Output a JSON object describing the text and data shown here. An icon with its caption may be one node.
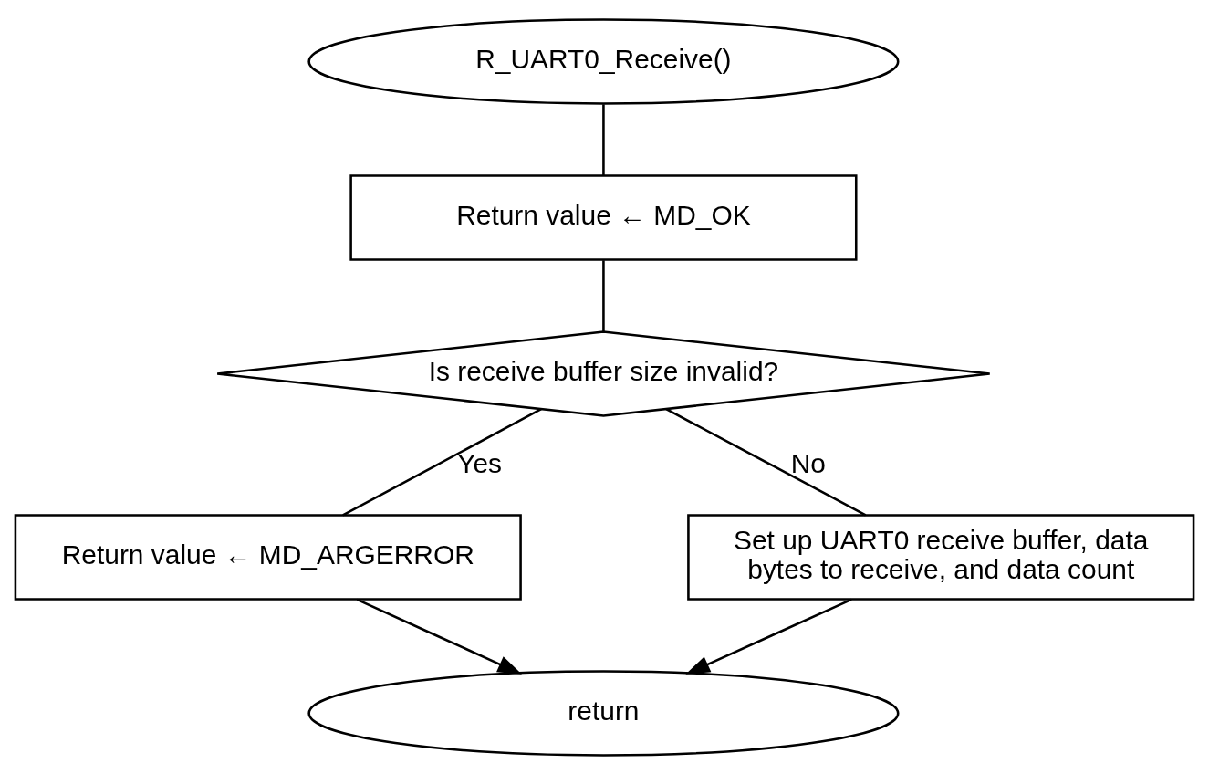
{
  "diagram": {
    "nodes": [
      {
        "text": [
          "R_UART0_Receive()"
        ]
      },
      {
        "text": [
          "Return value ← MD_OK"
        ]
      },
      {
        "text": [
          "Is receive buffer size invalid?"
        ]
      },
      {
        "text": [
          "Return value ← MD_ARGERROR"
        ]
      },
      {
        "text": [
          "Set up UART0 receive buffer, data bytes to receive, and data count"
        ]
      },
      {
        "text": [
          "return"
        ]
      }
    ],
    "edges": [
      {
        "from": 0,
        "to": 1,
        "arrow": "none"
      },
      {
        "from": 1,
        "to": 2,
        "arrow": "none"
      },
      {
        "from": 2,
        "to": 3,
        "arrow": "none",
        "label": "Yes"
      },
      {
        "from": 2,
        "to": 4,
        "arrow": "none",
        "label": "No"
      },
      {
        "from": 3,
        "to": 5,
        "arrow": "to"
      },
      {
        "from": 4,
        "to": 5,
        "arrow": "to"
      }
    ]
  }
}
